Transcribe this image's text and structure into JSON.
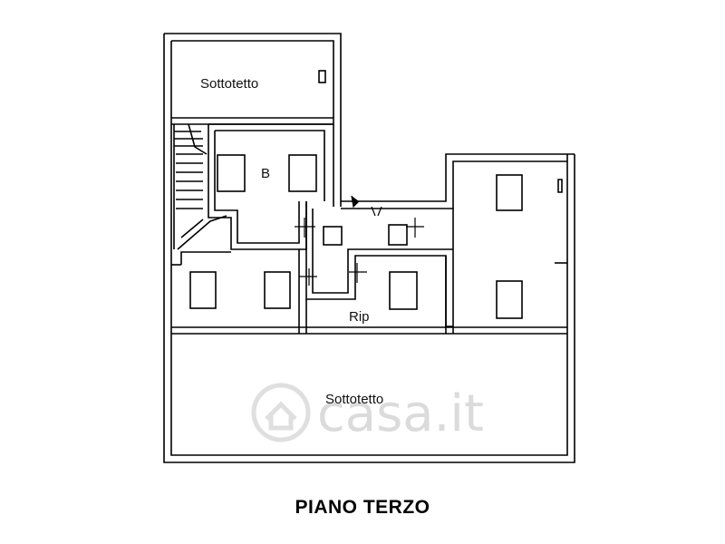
{
  "plan": {
    "rooms": {
      "attic_top": "Sottotetto",
      "bathroom": "B",
      "storage": "Rip",
      "attic_bottom": "Sottotetto"
    },
    "floor_title": "PIANO TERZO"
  },
  "watermark": {
    "text": "casa.it",
    "color": "#d8d8d8"
  },
  "colors": {
    "wall": "#000000",
    "background": "#ffffff"
  }
}
